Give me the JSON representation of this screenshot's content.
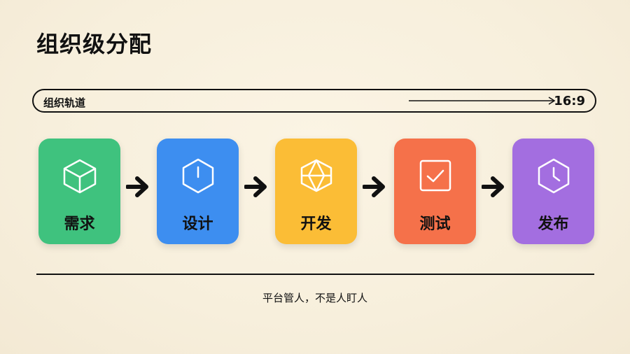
{
  "title": "组织级分配",
  "track": {
    "label": "组织轨道",
    "ratio": "16:9"
  },
  "steps": [
    {
      "label": "需求",
      "icon": "cube-icon",
      "color": "#3fc27e"
    },
    {
      "label": "设计",
      "icon": "hexagon-line-icon",
      "color": "#3d8ef0"
    },
    {
      "label": "开发",
      "icon": "hexagon-shape-icon",
      "color": "#fbbd36"
    },
    {
      "label": "测试",
      "icon": "checkbox-icon",
      "color": "#f5714a"
    },
    {
      "label": "发布",
      "icon": "clock-icon",
      "color": "#a36ee0"
    }
  ],
  "footer": "平台管人，不是人盯人"
}
